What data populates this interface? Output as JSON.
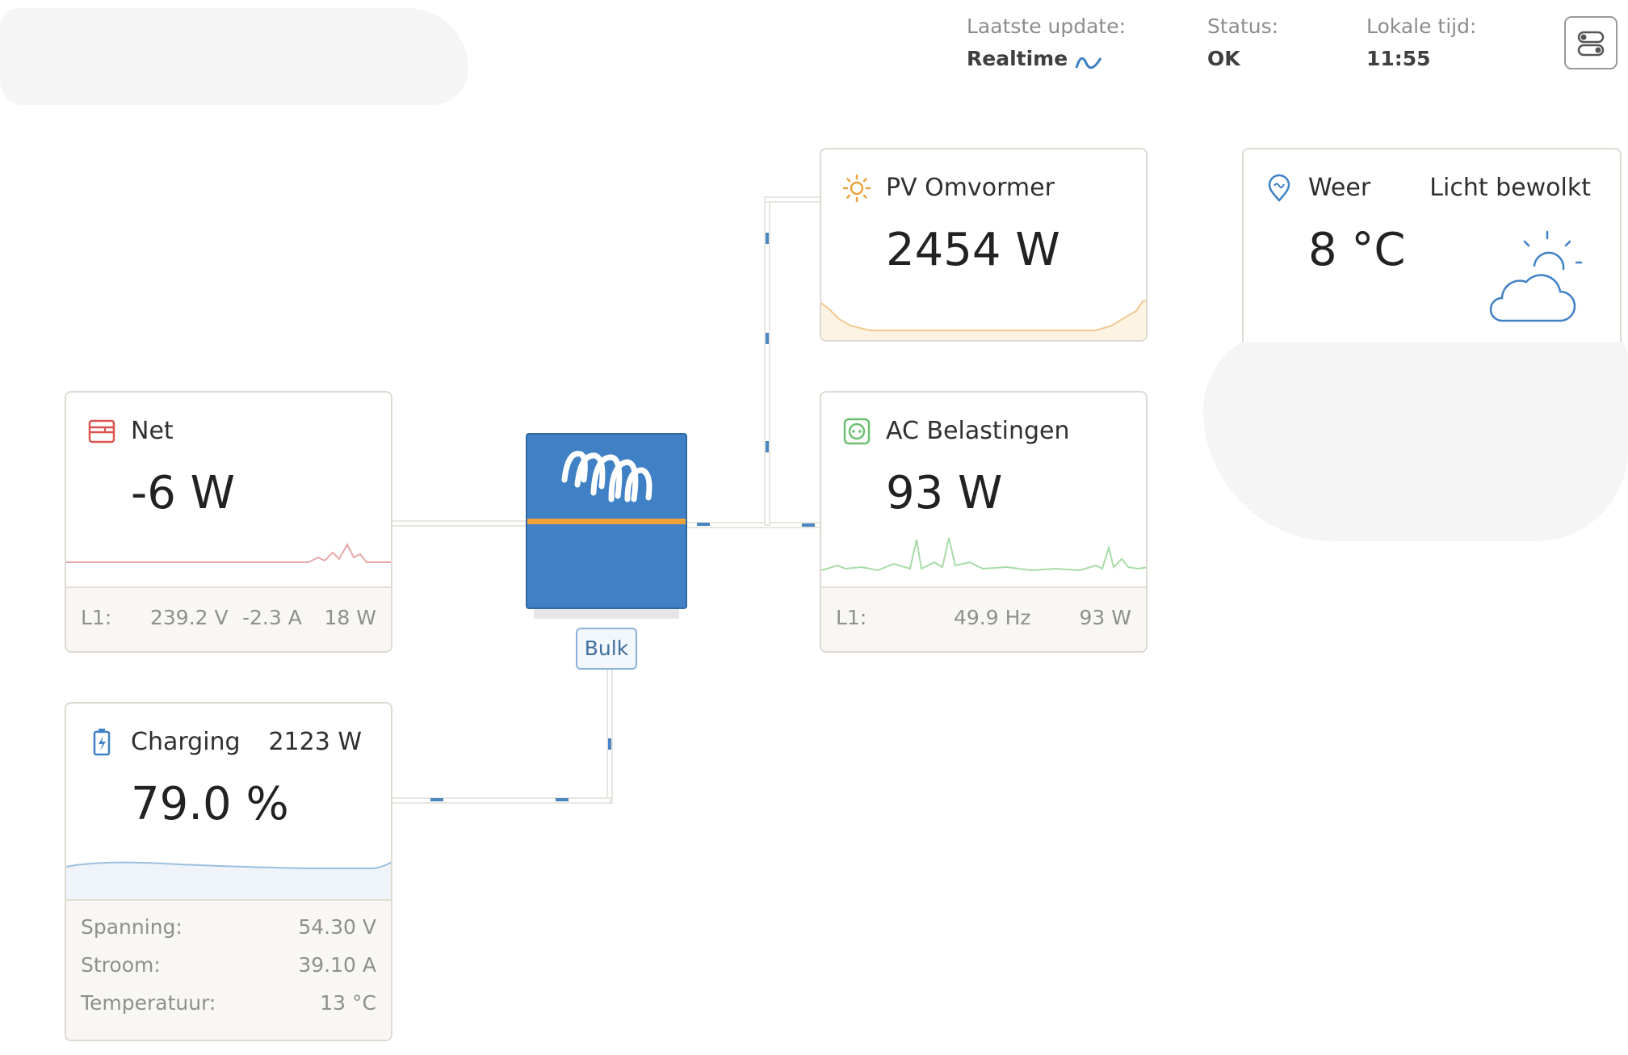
{
  "header": {
    "last_update_label": "Laatste update:",
    "last_update_value": "Realtime",
    "status_label": "Status:",
    "status_value": "OK",
    "local_time_label": "Lokale tijd:",
    "local_time_value": "11:55"
  },
  "inverter": {
    "state": "Bulk"
  },
  "grid": {
    "title": "Net",
    "power": "-6 W",
    "phase_label": "L1:",
    "voltage": "239.2 V",
    "current": "-2.3 A",
    "phase_power": "18 W"
  },
  "battery": {
    "title": "Charging",
    "power": "2123 W",
    "soc": "79.0 %",
    "rows": [
      {
        "label": "Spanning:",
        "value": "54.30 V"
      },
      {
        "label": "Stroom:",
        "value": "39.10 A"
      },
      {
        "label": "Temperatuur:",
        "value": "13 °C"
      }
    ]
  },
  "pv": {
    "title": "PV Omvormer",
    "power": "2454 W"
  },
  "ac_loads": {
    "title": "AC Belastingen",
    "power": "93 W",
    "phase_label": "L1:",
    "frequency": "49.9 Hz",
    "phase_power": "93 W"
  },
  "weather": {
    "title": "Weer",
    "condition": "Licht bewolkt",
    "temperature": "8 °C"
  },
  "colors": {
    "accent_blue": "#3f81c4",
    "grid_red": "#d9534f",
    "pv_orange": "#e8a33d",
    "ac_green": "#6cc070",
    "wire": "#e8e6e0",
    "flow_dot": "#4a86c0"
  },
  "icons": {
    "live": "wave-icon",
    "settings": "settings-toggle-icon",
    "grid": "grid-meter-icon",
    "battery": "battery-charging-icon",
    "pv": "sun-icon",
    "ac": "socket-icon",
    "weather_location": "location-pin-icon",
    "weather_condition": "partly-cloudy-icon",
    "inverter": "victron-logo-icon"
  }
}
